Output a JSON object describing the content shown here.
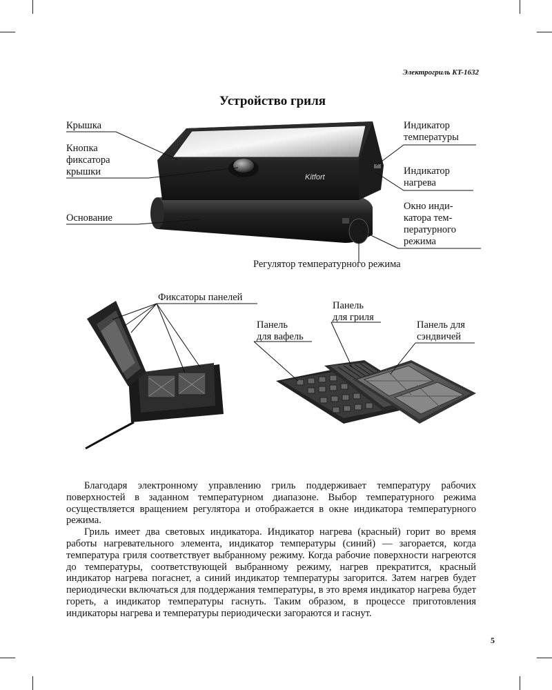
{
  "header": {
    "model": "Электрогриль KT-1632"
  },
  "title": "Устройство гриля",
  "grill_labels": {
    "lid": "Крышка",
    "lock_button": [
      "Кнопка",
      "фиксатора",
      "крышки"
    ],
    "base": "Основание",
    "temp_indicator": [
      "Индикатор",
      "температуры"
    ],
    "heat_indicator": [
      "Индикатор",
      "нагрева"
    ],
    "mode_window": [
      "Окно инди-",
      "катора тем-",
      "пературного",
      "режима"
    ],
    "regulator": "Регулятор температурного режима",
    "brand": "Kitfort"
  },
  "panel_labels": {
    "panel_locks": "Фиксаторы панелей",
    "grill_panel": [
      "Панель",
      "для гриля"
    ],
    "waffle_panel": [
      "Панель",
      "для вафель"
    ],
    "sandwich_panel": [
      "Панель для",
      "сэндвичей"
    ]
  },
  "paragraphs": [
    "Благодаря электронному управлению гриль поддерживает температуру рабочих поверхностей в заданном температурном диапазоне. Выбор температурного режима осуществляется вращением регулятора и отображается в окне индикатора температурного режима.",
    "Гриль имеет два световых индикатора. Индикатор нагрева (красный) горит во время работы нагревательного элемента, индикатор температуры (синий) — загорается, когда температура гриля соответствует выбранному режиму. Когда рабочие поверхности нагреются до температуры, соответствующей выбранному режиму, нагрев прекратится, красный индикатор нагрева погаснет, а синий индикатор температуры загорится. Затем нагрев будет периодически включаться для поддержания температуры, в это время индикатор нагрева будет гореть, а индикатор температуры гаснуть. Таким образом, в процессе приготовления индикаторы нагрева и температуры периодически загораются и гаснут."
  ],
  "page_number": "5"
}
